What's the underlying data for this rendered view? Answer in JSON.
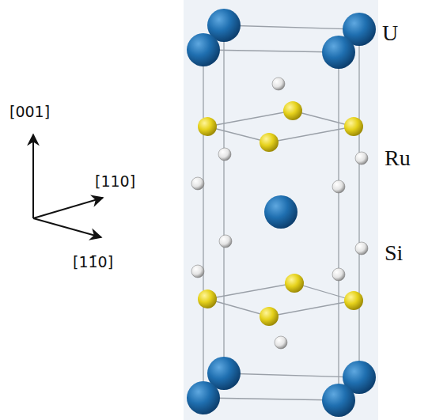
{
  "diagram": {
    "labels": [
      "[001]",
      "[110]",
      "[11̄0]",
      "U",
      "Ru",
      "Si"
    ]
  }
}
